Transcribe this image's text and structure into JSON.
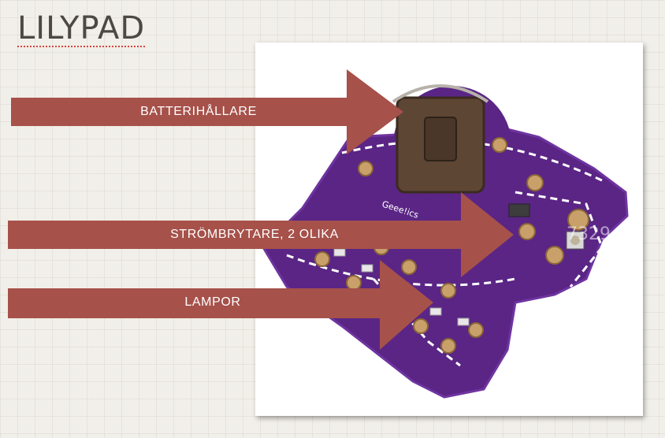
{
  "slide": {
    "title": "LILYPAD",
    "colors": {
      "arrow": "#a6514a",
      "board": "#5a2585",
      "pad": "#c9a06a",
      "battery": "#5e4634"
    },
    "labels": {
      "battery": "BATTERIHÅLLARE",
      "switch": "STRÖMBRYTARE, 2 OLIKA",
      "lamps": "LAMPOR"
    },
    "board_text": {
      "brand": "Geee!ics",
      "watermark": "7329"
    }
  }
}
